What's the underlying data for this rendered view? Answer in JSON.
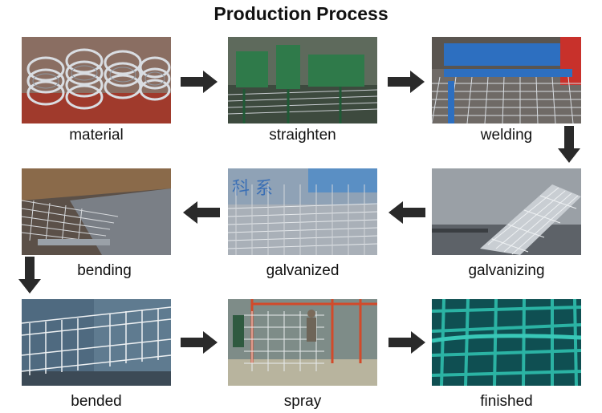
{
  "title": "Production Process",
  "steps": [
    {
      "label": "material"
    },
    {
      "label": "straighten"
    },
    {
      "label": "welding"
    },
    {
      "label": "galvanizing"
    },
    {
      "label": "galvanized"
    },
    {
      "label": "bending"
    },
    {
      "label": "bended"
    },
    {
      "label": "spray"
    },
    {
      "label": "finished"
    }
  ],
  "arrows": [
    {
      "from": "material",
      "to": "straighten",
      "direction": "right"
    },
    {
      "from": "straighten",
      "to": "welding",
      "direction": "right"
    },
    {
      "from": "welding",
      "to": "galvanizing",
      "direction": "down"
    },
    {
      "from": "galvanizing",
      "to": "galvanized",
      "direction": "left"
    },
    {
      "from": "galvanized",
      "to": "bending",
      "direction": "left"
    },
    {
      "from": "bending",
      "to": "bended",
      "direction": "down"
    },
    {
      "from": "bended",
      "to": "spray",
      "direction": "right"
    },
    {
      "from": "spray",
      "to": "finished",
      "direction": "right"
    }
  ],
  "colors": {
    "arrow": "#2a2a2a",
    "finished_coating": "#1e9a8e",
    "steel": "#b8bec6"
  }
}
